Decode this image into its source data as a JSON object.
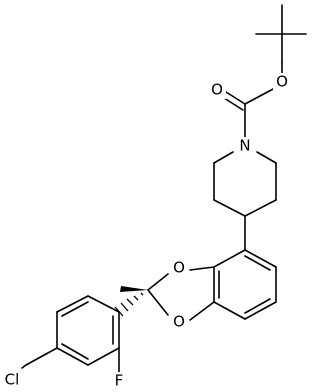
{
  "structure": {
    "atoms": {
      "O_carbonyl": "O",
      "O_ester": "O",
      "N_piperidine": "N",
      "O_dioxole_top": "O",
      "O_dioxole_bottom": "O",
      "F": "F",
      "Cl": "Cl"
    }
  },
  "colors": {
    "bond": "#000000",
    "text": "#000000",
    "background": "#ffffff"
  }
}
